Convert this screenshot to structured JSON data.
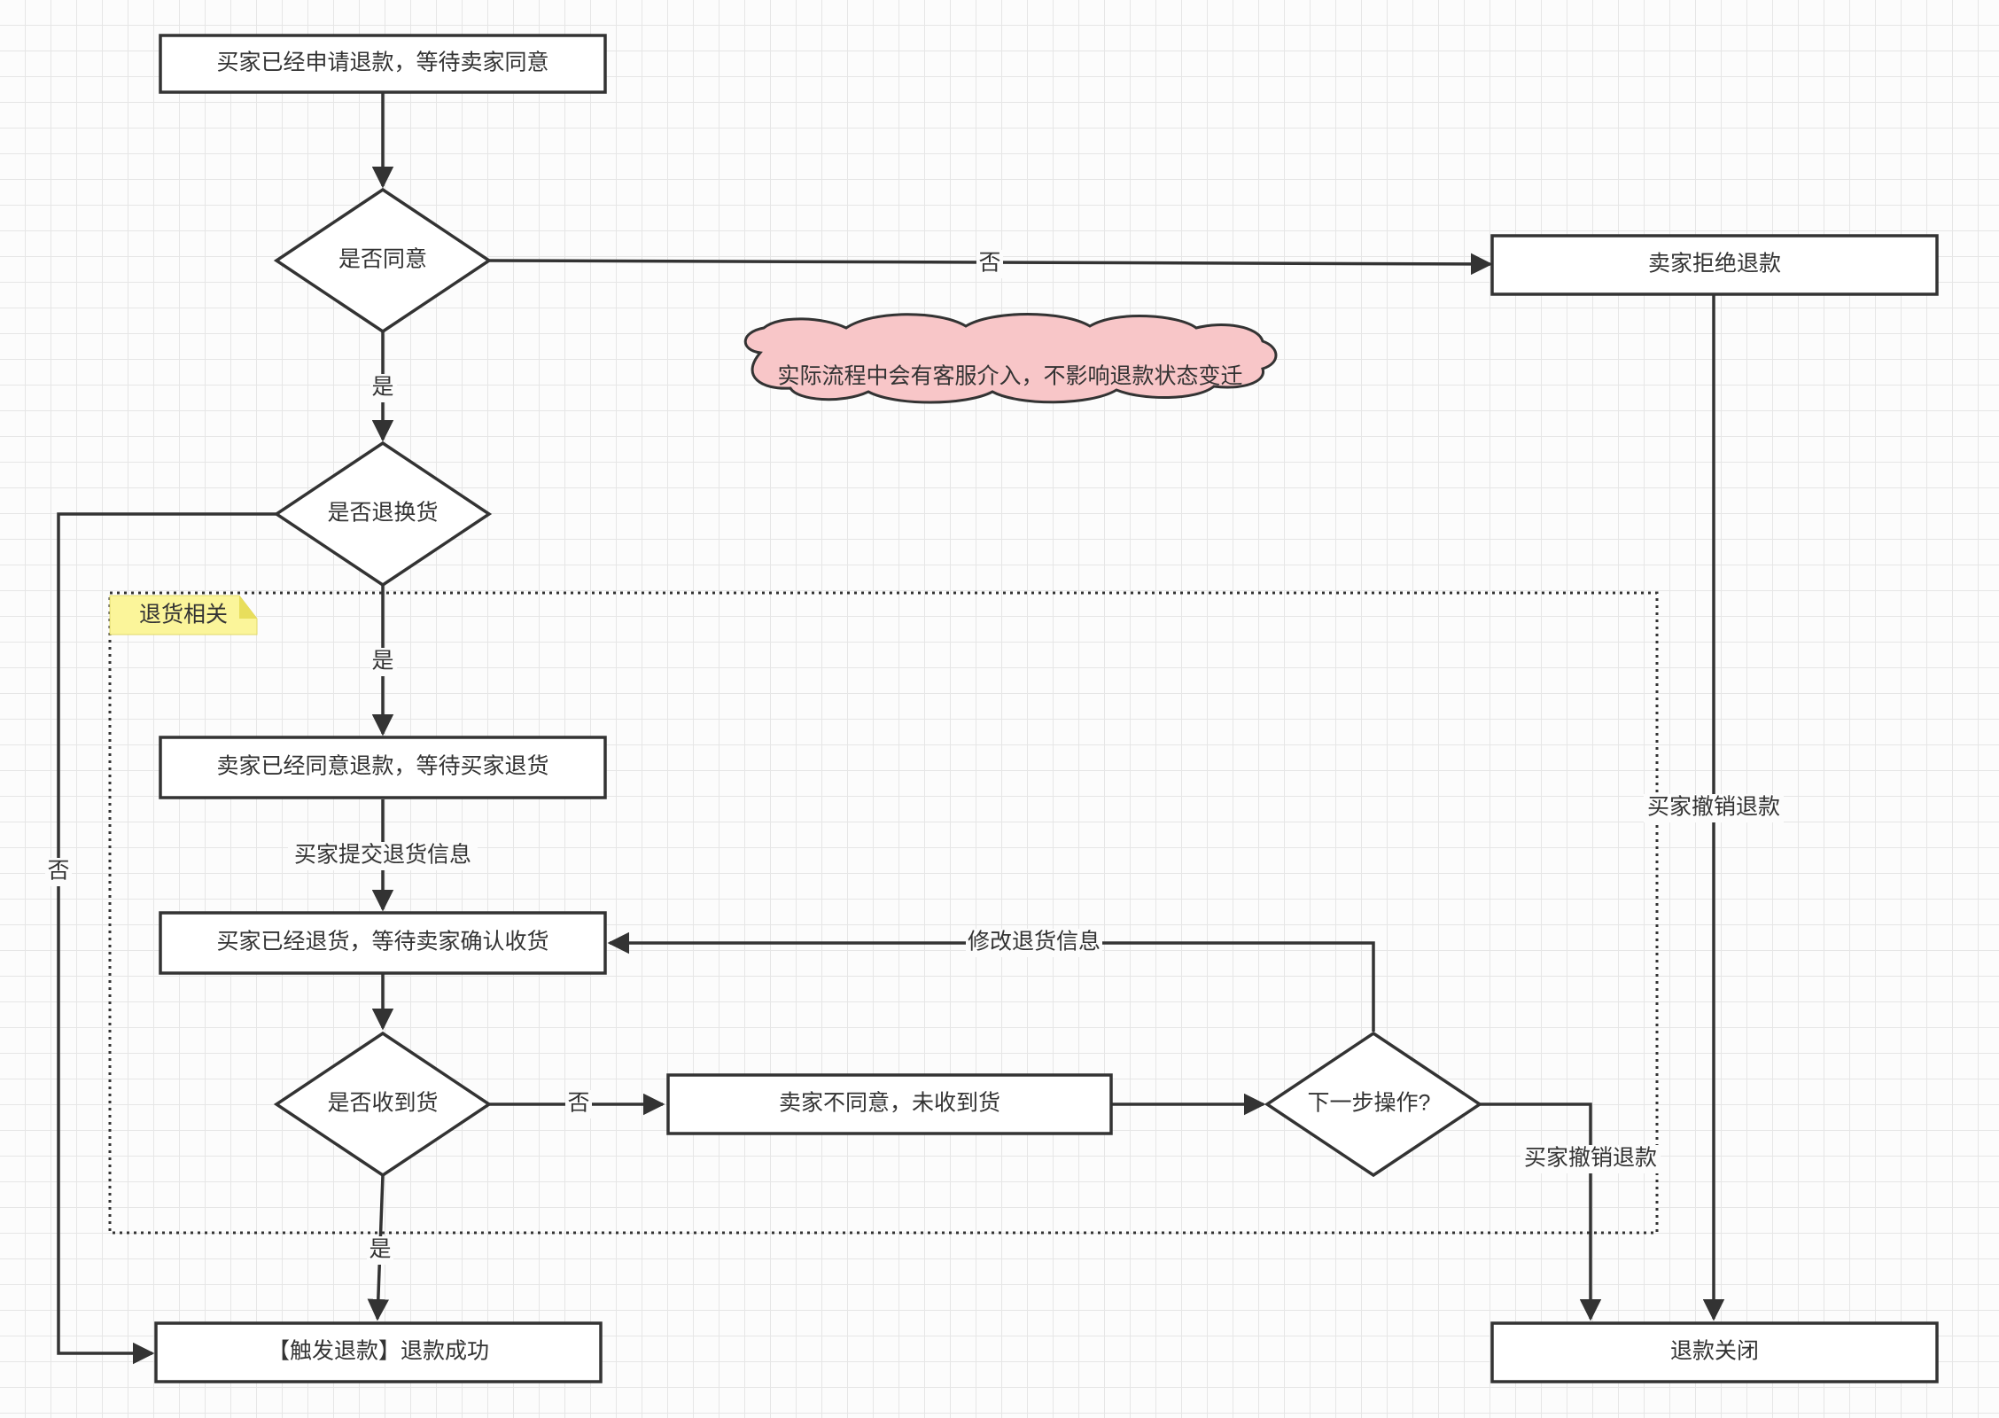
{
  "nodes": {
    "start": "买家已经申请退款，等待卖家同意",
    "agree_decision": "是否同意",
    "seller_reject": "卖家拒绝退款",
    "return_decision": "是否退换货",
    "seller_agree_wait": "卖家已经同意退款，等待买家退货",
    "buyer_returned": "买家已经退货，等待卖家确认收货",
    "received_decision": "是否收到货",
    "seller_not_received": "卖家不同意，未收到货",
    "next_step": "下一步操作?",
    "refund_success": "【触发退款】退款成功",
    "refund_closed": "退款关闭"
  },
  "labels": {
    "no": "否",
    "yes": "是",
    "buyer_submit_return_info": "买家提交退货信息",
    "modify_return_info": "修改退货信息",
    "buyer_cancel_refund": "买家撤销退款"
  },
  "cloud_note": "实际流程中会有客服介入，不影响退款状态变迁",
  "group_label": "退货相关",
  "colors": {
    "stroke": "#333333",
    "cloud_fill": "#f8c6c8",
    "note_fill": "#fbf59a"
  }
}
